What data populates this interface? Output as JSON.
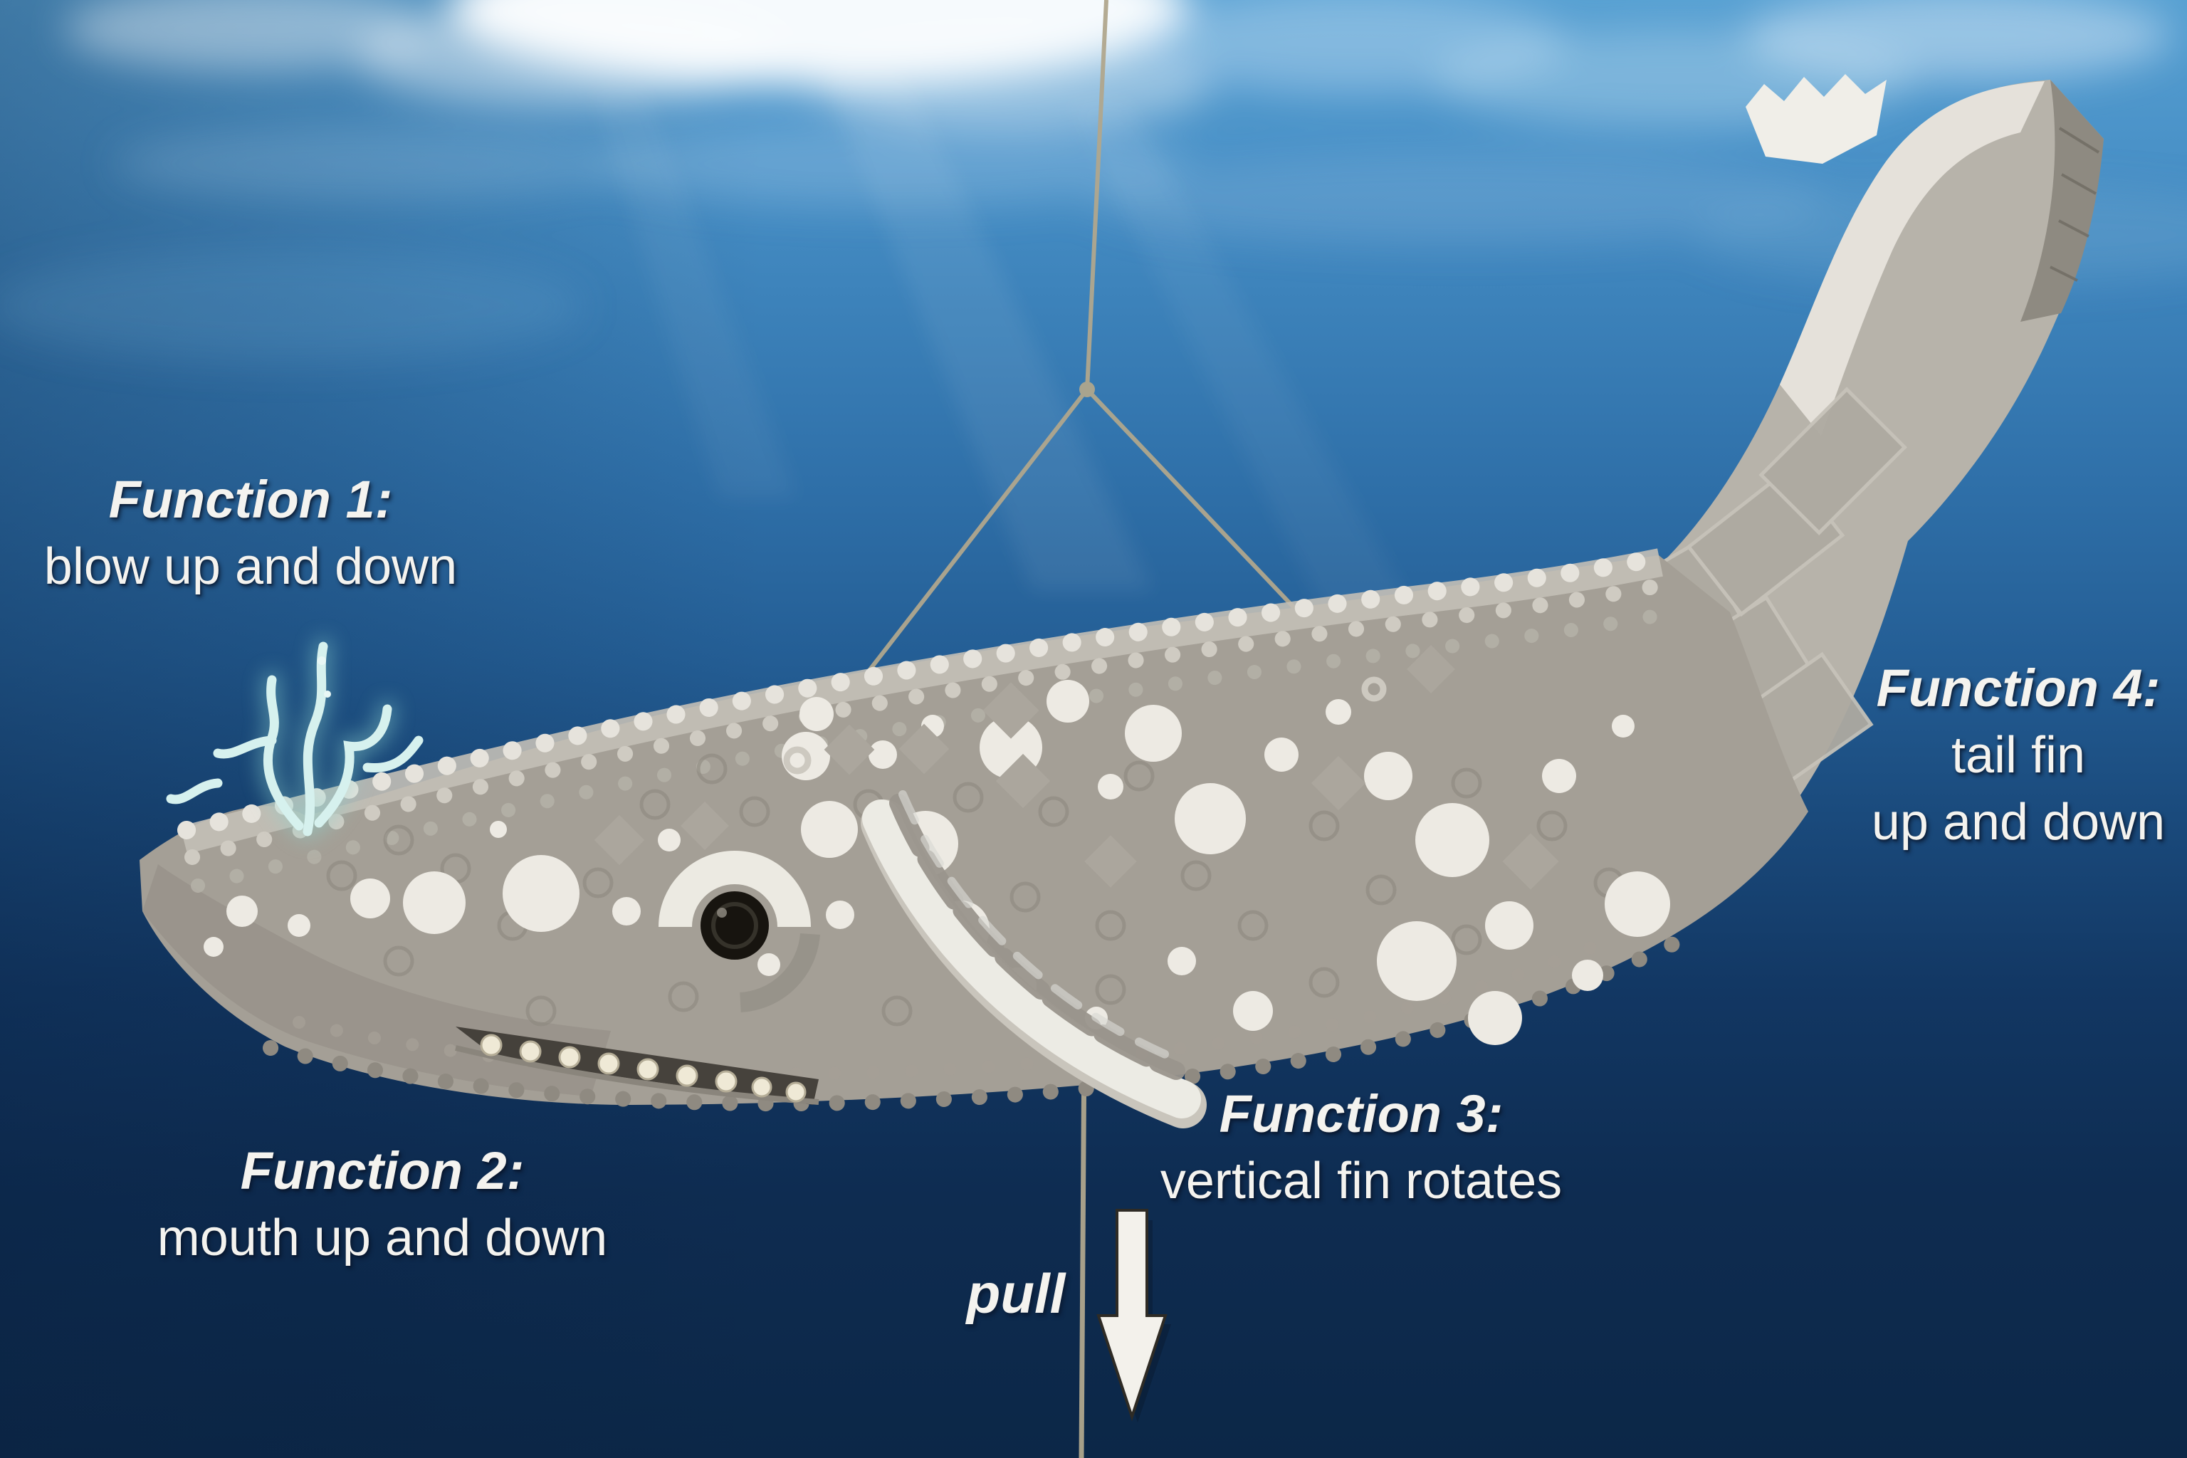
{
  "annotations": {
    "function1": {
      "title": "Function 1:",
      "line": "blow up and down"
    },
    "function2": {
      "title": "Function 2:",
      "line": "mouth up and down"
    },
    "function3": {
      "title": "Function 3:",
      "line": "vertical fin rotates"
    },
    "function4": {
      "title": "Function 4:",
      "line1": "tail fin",
      "line2": "up and down"
    },
    "pull": {
      "label": "pull"
    }
  },
  "icons": {
    "pull_arrow": "down-arrow-icon"
  },
  "colors": {
    "water_surface": "#57a0d2",
    "water_mid": "#2f70a9",
    "water_deep": "#0c2747",
    "annotation_text": "#f4f3ef",
    "lego_body_gray": "#a49f96",
    "lego_light_gray": "#e8e5de",
    "lego_dark_gray": "#8e8a81",
    "spot_white": "#edeae3",
    "coral_teal": "#d6f1ee",
    "string_tan": "#b0a78d",
    "arrow_fill": "#f3f1eb"
  }
}
